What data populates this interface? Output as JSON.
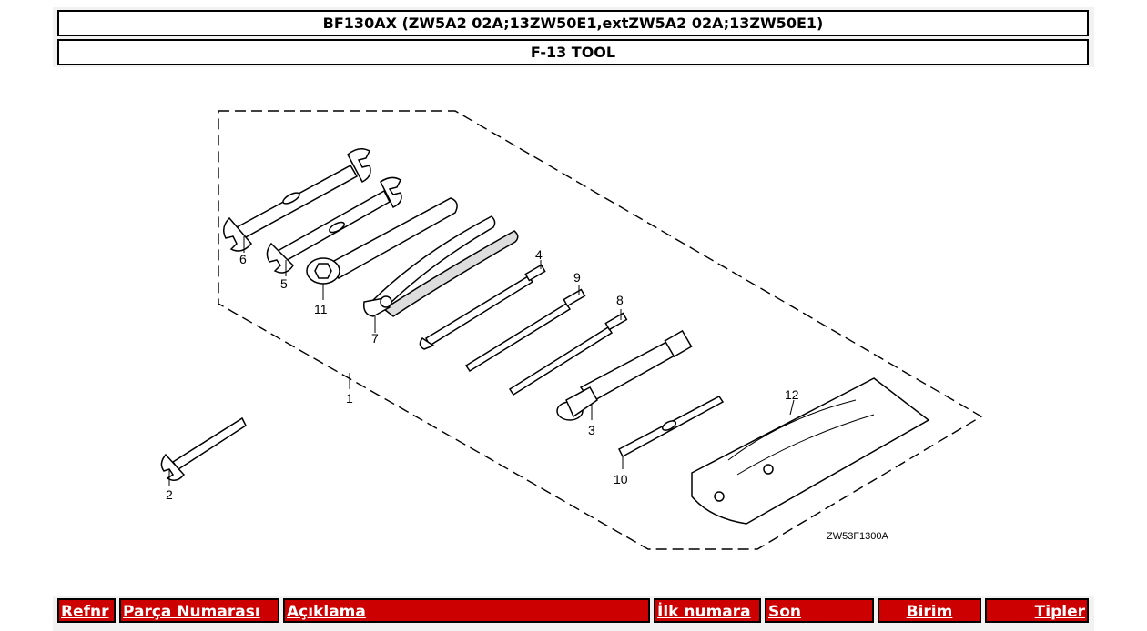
{
  "header": {
    "model": "BF130AX (ZW5A2 02A;13ZW50E1,extZW5A2 02A;13ZW50E1)",
    "section": "F-13 TOOL"
  },
  "diagram": {
    "code": "ZW53F1300A",
    "callouts": [
      "1",
      "2",
      "3",
      "4",
      "5",
      "6",
      "7",
      "8",
      "9",
      "10",
      "11",
      "12"
    ]
  },
  "table_header": {
    "ref": "Refnr",
    "part_number": "Parça Numarası",
    "description": "Açıklama",
    "first_number": "İlk numara",
    "last": "Son",
    "unit": "Birim",
    "types": "Tipler"
  },
  "colors": {
    "header_bar": "#cc0000",
    "text_on_bar": "#ffffff"
  }
}
